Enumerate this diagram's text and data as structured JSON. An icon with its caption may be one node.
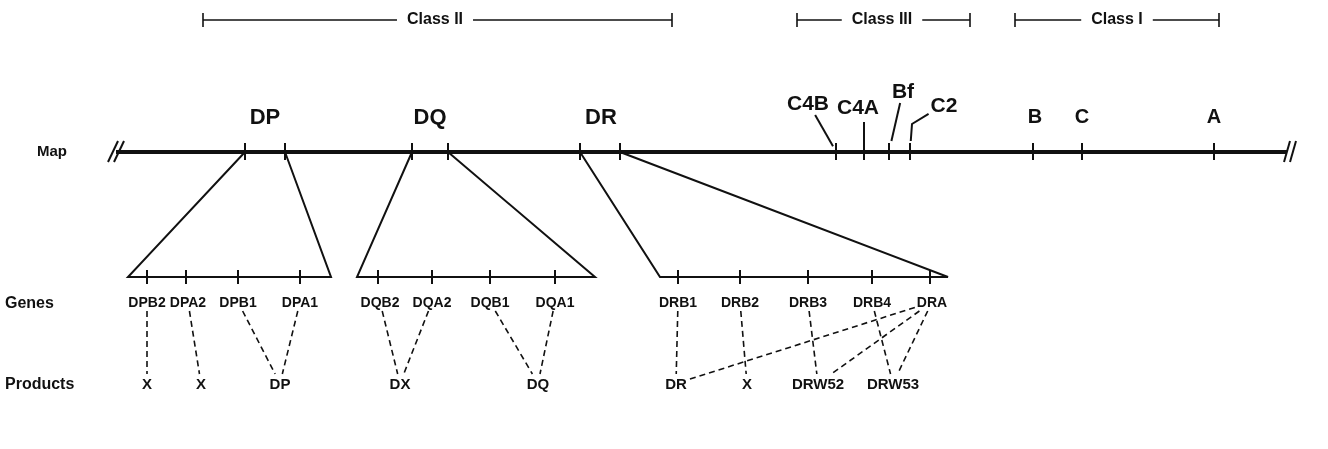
{
  "diagram": {
    "nodes": [
      {
        "text": [
          "C4B"
        ]
      },
      {
        "text": [
          "Bf"
        ]
      },
      {
        "text": [
          "C2"
        ]
      },
      {
        "text": [
          "DPB2"
        ]
      },
      {
        "text": [
          "DPA2"
        ]
      },
      {
        "text": [
          "DPB1"
        ]
      },
      {
        "text": [
          "DPA1"
        ]
      },
      {
        "text": [
          "DQB2"
        ]
      },
      {
        "text": [
          "DQA2"
        ]
      },
      {
        "text": [
          "DQB1"
        ]
      },
      {
        "text": [
          "DQA1"
        ]
      },
      {
        "text": [
          "DRB1"
        ]
      },
      {
        "text": [
          "DRB2"
        ]
      },
      {
        "text": [
          "DRB3"
        ]
      },
      {
        "text": [
          "DRB4"
        ]
      },
      {
        "text": [
          "DRA"
        ]
      },
      {
        "text": [
          "X"
        ]
      },
      {
        "text": [
          "X"
        ]
      },
      {
        "text": [
          "DP"
        ]
      },
      {
        "text": [
          "DX"
        ]
      },
      {
        "text": [
          "DQ"
        ]
      },
      {
        "text": [
          "DR"
        ]
      },
      {
        "text": [
          "X"
        ]
      },
      {
        "text": [
          "DRW52"
        ]
      },
      {
        "text": [
          "DRW53"
        ]
      },
      {
        "text": [],
        "shape": "bar"
      },
      {
        "text": [],
        "shape": "bar"
      },
      {
        "text": [],
        "shape": "bar"
      }
    ],
    "edges": [
      {
        "from": 0,
        "to": 25,
        "arrow": "none"
      },
      {
        "from": 1,
        "to": 26,
        "arrow": "none"
      },
      {
        "from": 2,
        "to": 27,
        "arrow": "none"
      },
      {
        "from": 3,
        "to": 16,
        "arrow": "none",
        "style": "dashed"
      },
      {
        "from": 4,
        "to": 17,
        "arrow": "none",
        "style": "dashed"
      },
      {
        "from": 5,
        "to": 18,
        "arrow": "none",
        "style": "dashed"
      },
      {
        "from": 6,
        "to": 18,
        "arrow": "none",
        "style": "dashed"
      },
      {
        "from": 7,
        "to": 19,
        "arrow": "none",
        "style": "dashed"
      },
      {
        "from": 8,
        "to": 19,
        "arrow": "none",
        "style": "dashed"
      },
      {
        "from": 9,
        "to": 20,
        "arrow": "none",
        "style": "dashed"
      },
      {
        "from": 10,
        "to": 20,
        "arrow": "none",
        "style": "dashed"
      },
      {
        "from": 11,
        "to": 21,
        "arrow": "none",
        "style": "dashed"
      },
      {
        "from": 15,
        "to": 21,
        "arrow": "none",
        "style": "dashed"
      },
      {
        "from": 12,
        "to": 22,
        "arrow": "none",
        "style": "dashed"
      },
      {
        "from": 13,
        "to": 23,
        "arrow": "none",
        "style": "dashed"
      },
      {
        "from": 15,
        "to": 23,
        "arrow": "none",
        "style": "dashed"
      },
      {
        "from": 14,
        "to": 24,
        "arrow": "none",
        "style": "dashed"
      },
      {
        "from": 15,
        "to": 24,
        "arrow": "none",
        "style": "dashed"
      }
    ],
    "labels": [
      "Class II",
      "Class III",
      "Class I",
      "DP",
      "DQ",
      "DR",
      "C4A",
      "B",
      "C",
      "A",
      "Map",
      "Genes",
      "Products"
    ]
  }
}
